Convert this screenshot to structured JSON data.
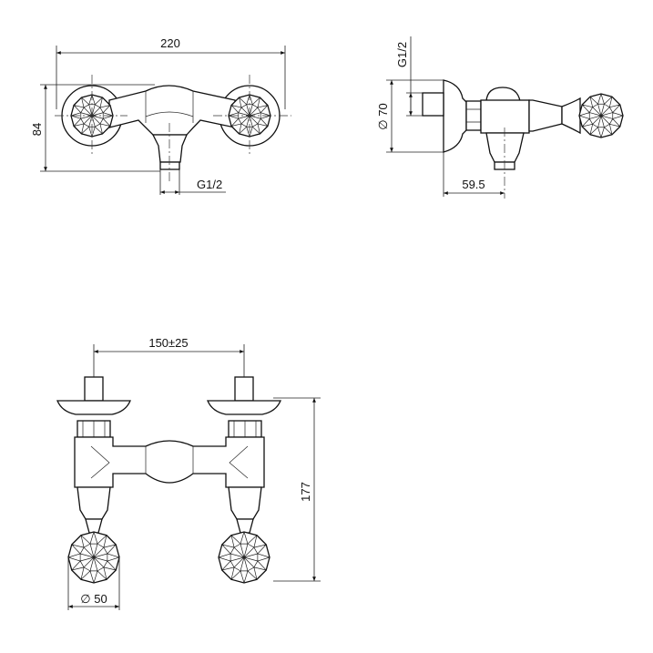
{
  "front_view": {
    "width_label": "220",
    "height_label": "84",
    "outlet_label": "G1/2"
  },
  "side_view": {
    "inlet_label": "G1/2",
    "plate_diameter_label": "∅ 70",
    "depth_label": "59.5"
  },
  "bottom_view": {
    "spacing_label": "150±25",
    "height_label": "177",
    "knob_diameter_label": "∅ 50"
  },
  "colors": {
    "line": "#111111",
    "background": "#ffffff"
  }
}
